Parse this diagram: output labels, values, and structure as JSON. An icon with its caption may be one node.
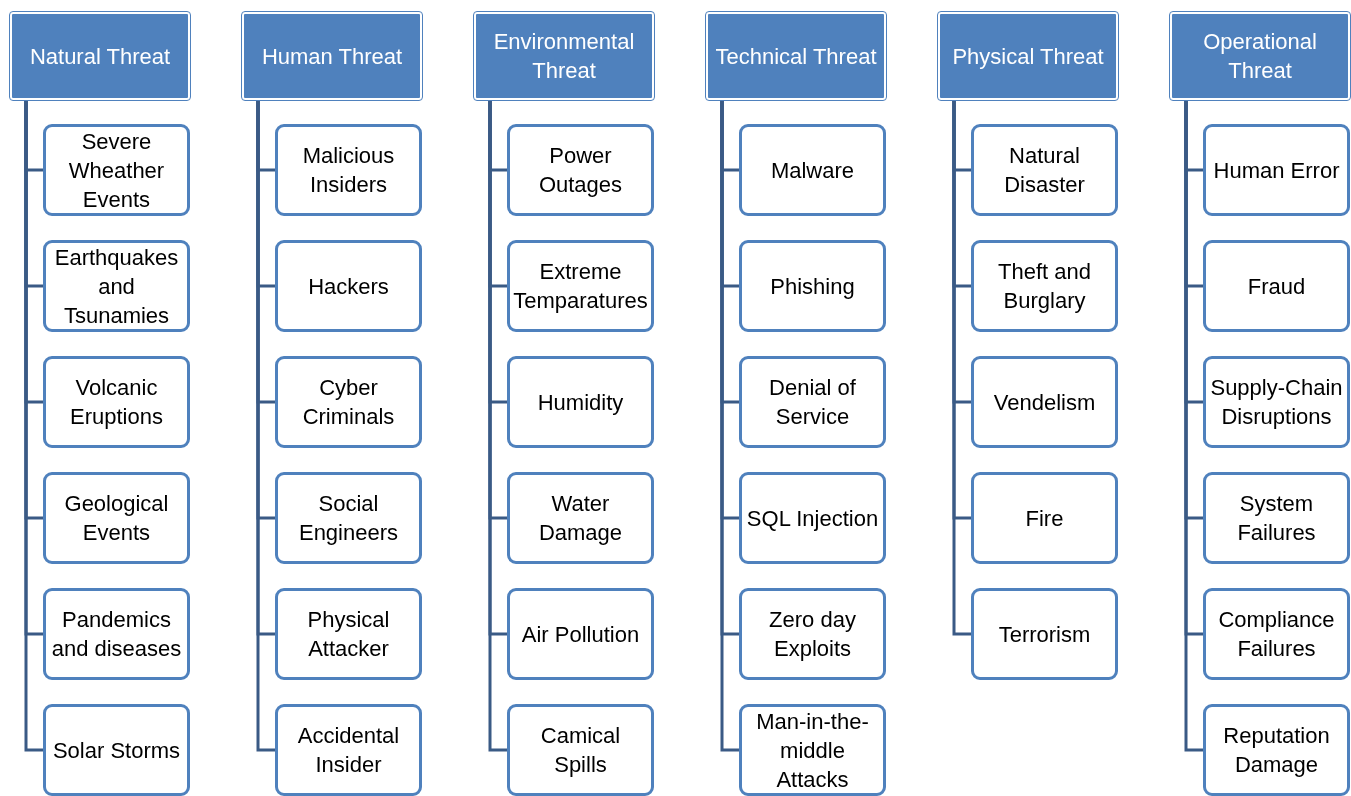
{
  "diagram": {
    "nodes": [
      {
        "text": [
          "Natural Threat"
        ]
      },
      {
        "text": [
          "Severe Wheather Events"
        ]
      },
      {
        "text": [
          "Earthquakes and Tsunamies"
        ]
      },
      {
        "text": [
          "Volcanic Eruptions"
        ]
      },
      {
        "text": [
          "Geological Events"
        ]
      },
      {
        "text": [
          "Pandemics and diseases"
        ]
      },
      {
        "text": [
          "Solar Storms"
        ]
      },
      {
        "text": [
          "Human Threat"
        ]
      },
      {
        "text": [
          "Malicious Insiders"
        ]
      },
      {
        "text": [
          "Hackers"
        ]
      },
      {
        "text": [
          "Cyber Criminals"
        ]
      },
      {
        "text": [
          "Social Engineers"
        ]
      },
      {
        "text": [
          "Physical Attacker"
        ]
      },
      {
        "text": [
          "Accidental Insider"
        ]
      },
      {
        "text": [
          "Environmental Threat"
        ]
      },
      {
        "text": [
          "Power Outages"
        ]
      },
      {
        "text": [
          "Extreme Temparatures"
        ]
      },
      {
        "text": [
          "Humidity"
        ]
      },
      {
        "text": [
          "Water Damage"
        ]
      },
      {
        "text": [
          "Air Pollution"
        ]
      },
      {
        "text": [
          "Camical Spills"
        ]
      },
      {
        "text": [
          "Technical Threat"
        ]
      },
      {
        "text": [
          "Malware"
        ]
      },
      {
        "text": [
          "Phishing"
        ]
      },
      {
        "text": [
          "Denial of Service"
        ]
      },
      {
        "text": [
          "SQL Injection"
        ]
      },
      {
        "text": [
          "Zero day Exploits"
        ]
      },
      {
        "text": [
          "Man-in-the-middle Attacks"
        ]
      },
      {
        "text": [
          "Physical Threat"
        ]
      },
      {
        "text": [
          "Natural Disaster"
        ]
      },
      {
        "text": [
          "Theft and Burglary"
        ]
      },
      {
        "text": [
          "Vendelism"
        ]
      },
      {
        "text": [
          "Fire"
        ]
      },
      {
        "text": [
          "Terrorism"
        ]
      },
      {
        "text": [
          "Operational Threat"
        ]
      },
      {
        "text": [
          "Human Error"
        ]
      },
      {
        "text": [
          "Fraud"
        ]
      },
      {
        "text": [
          "Supply-Chain Disruptions"
        ]
      },
      {
        "text": [
          "System Failures"
        ]
      },
      {
        "text": [
          "Compliance Failures"
        ]
      },
      {
        "text": [
          "Reputation Damage"
        ]
      }
    ],
    "edges": [
      {
        "from": 0,
        "to": 1,
        "arrow": "none"
      },
      {
        "from": 0,
        "to": 2,
        "arrow": "none"
      },
      {
        "from": 0,
        "to": 3,
        "arrow": "none"
      },
      {
        "from": 0,
        "to": 4,
        "arrow": "none"
      },
      {
        "from": 0,
        "to": 5,
        "arrow": "none"
      },
      {
        "from": 0,
        "to": 6,
        "arrow": "none"
      },
      {
        "from": 7,
        "to": 8,
        "arrow": "none"
      },
      {
        "from": 7,
        "to": 9,
        "arrow": "none"
      },
      {
        "from": 7,
        "to": 10,
        "arrow": "none"
      },
      {
        "from": 7,
        "to": 11,
        "arrow": "none"
      },
      {
        "from": 7,
        "to": 12,
        "arrow": "none"
      },
      {
        "from": 7,
        "to": 13,
        "arrow": "none"
      },
      {
        "from": 14,
        "to": 15,
        "arrow": "none"
      },
      {
        "from": 14,
        "to": 16,
        "arrow": "none"
      },
      {
        "from": 14,
        "to": 17,
        "arrow": "none"
      },
      {
        "from": 14,
        "to": 18,
        "arrow": "none"
      },
      {
        "from": 14,
        "to": 19,
        "arrow": "none"
      },
      {
        "from": 14,
        "to": 20,
        "arrow": "none"
      },
      {
        "from": 21,
        "to": 22,
        "arrow": "none"
      },
      {
        "from": 21,
        "to": 23,
        "arrow": "none"
      },
      {
        "from": 21,
        "to": 24,
        "arrow": "none"
      },
      {
        "from": 21,
        "to": 25,
        "arrow": "none"
      },
      {
        "from": 21,
        "to": 26,
        "arrow": "none"
      },
      {
        "from": 21,
        "to": 27,
        "arrow": "none"
      },
      {
        "from": 28,
        "to": 29,
        "arrow": "none"
      },
      {
        "from": 28,
        "to": 30,
        "arrow": "none"
      },
      {
        "from": 28,
        "to": 31,
        "arrow": "none"
      },
      {
        "from": 28,
        "to": 32,
        "arrow": "none"
      },
      {
        "from": 28,
        "to": 33,
        "arrow": "none"
      },
      {
        "from": 34,
        "to": 35,
        "arrow": "none"
      },
      {
        "from": 34,
        "to": 36,
        "arrow": "none"
      },
      {
        "from": 34,
        "to": 37,
        "arrow": "none"
      },
      {
        "from": 34,
        "to": 38,
        "arrow": "none"
      },
      {
        "from": 34,
        "to": 39,
        "arrow": "none"
      },
      {
        "from": 34,
        "to": 40,
        "arrow": "none"
      }
    ]
  }
}
